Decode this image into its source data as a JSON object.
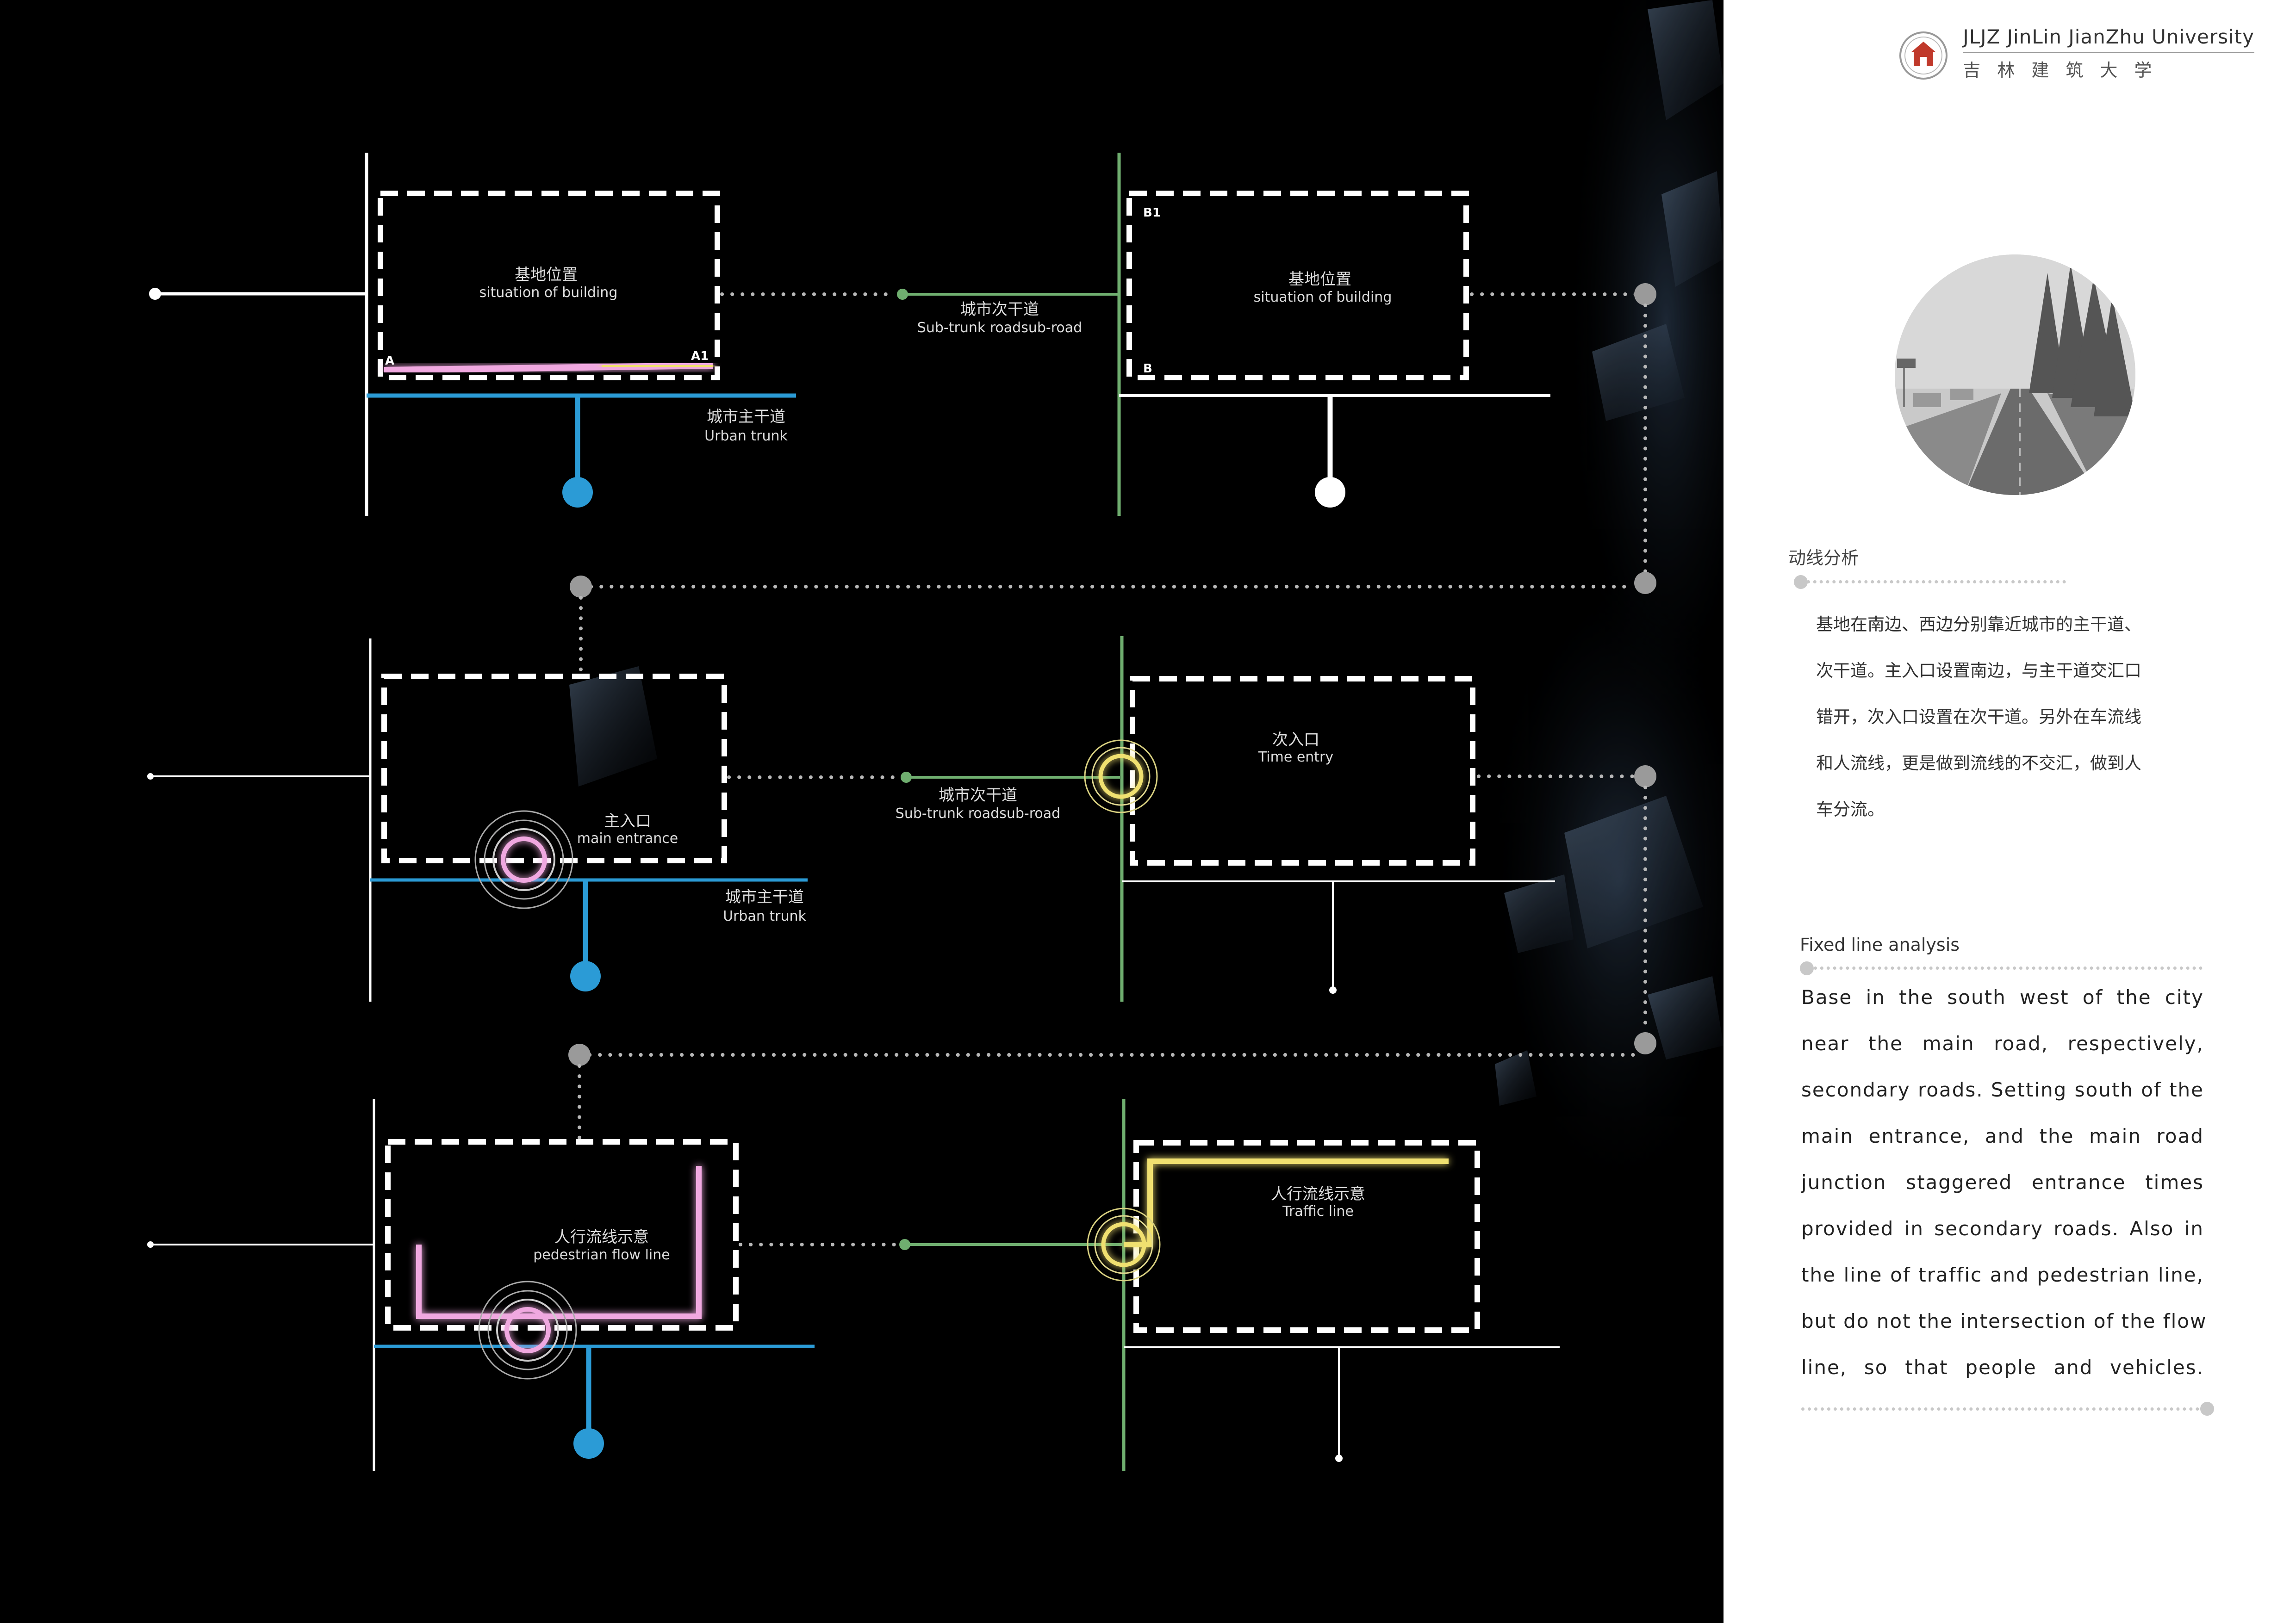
{
  "brand": {
    "title": "JLJZ JinLin JianZhu University",
    "subtitle": "吉林建筑大学"
  },
  "diagrams": {
    "d1": {
      "label_cn": "基地位置",
      "label_en": "situation of building",
      "corner_a": "A",
      "corner_a1": "A1"
    },
    "d2": {
      "label_cn": "基地位置",
      "label_en": "situation of building",
      "corner_b1": "B1",
      "corner_b": "B"
    },
    "d3": {
      "label_cn": "主入口",
      "label_en": "main entrance"
    },
    "d4": {
      "label_cn": "次入口",
      "label_en": "Time entry"
    },
    "d5": {
      "label_cn": "人行流线示意",
      "label_en": "pedestrian flow line"
    },
    "d6": {
      "label_cn": "人行流线示意",
      "label_en": "Traffic line"
    }
  },
  "roads": {
    "urban_trunk_cn": "城市主干道",
    "urban_trunk_en": "Urban trunk",
    "sub_trunk_cn": "城市次干道",
    "sub_trunk_en": "Sub-trunk roadsub-road"
  },
  "colors": {
    "urban_trunk": "#2b9bd6",
    "sub_trunk": "#6fae6f",
    "connector": "#b8b8b8",
    "pink_line": "#f0a8e0",
    "yellow_line": "#f0e070",
    "sidebar_bg": "#ffffff"
  },
  "sidebar": {
    "section_cn_title": "动线分析",
    "section_cn_lines": [
      "基地在南边、西边分别靠近城市的主干道、",
      "次干道。主入口设置南边，与主干道交汇口",
      "错开，次入口设置在次干道。另外在车流线",
      "和人流线，更是做到流线的不交汇，做到人",
      "车分流。"
    ],
    "section_en_title": "Fixed line analysis",
    "section_en_lines": [
      "Base in the south west of the city",
      "near the main road, respectively,",
      "secondary roads. Setting south of the",
      "main entrance, and the main road",
      "junction staggered entrance times",
      "provided in secondary roads. Also in",
      "the line of traffic and pedestrian line,",
      "but do not the intersection of the flow",
      "line, so that people and vehicles."
    ]
  }
}
